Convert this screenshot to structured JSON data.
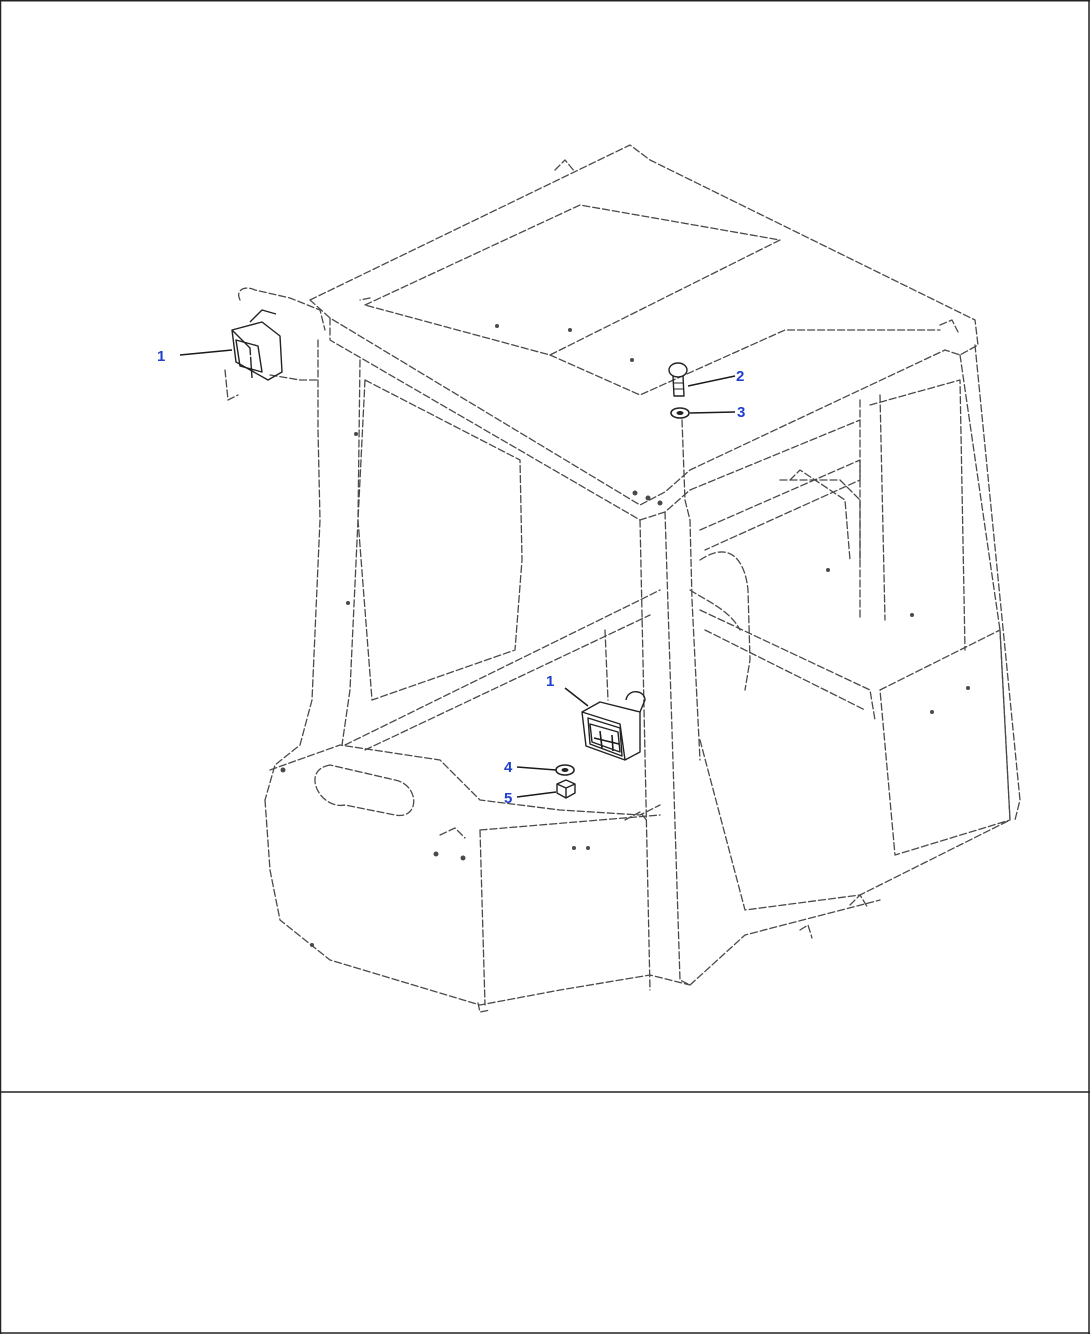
{
  "diagram": {
    "callouts": [
      {
        "id": "callout-1-left",
        "label": "1"
      },
      {
        "id": "callout-2",
        "label": "2"
      },
      {
        "id": "callout-3",
        "label": "3"
      },
      {
        "id": "callout-1-center",
        "label": "1"
      },
      {
        "id": "callout-4",
        "label": "4"
      },
      {
        "id": "callout-5",
        "label": "5"
      }
    ]
  }
}
